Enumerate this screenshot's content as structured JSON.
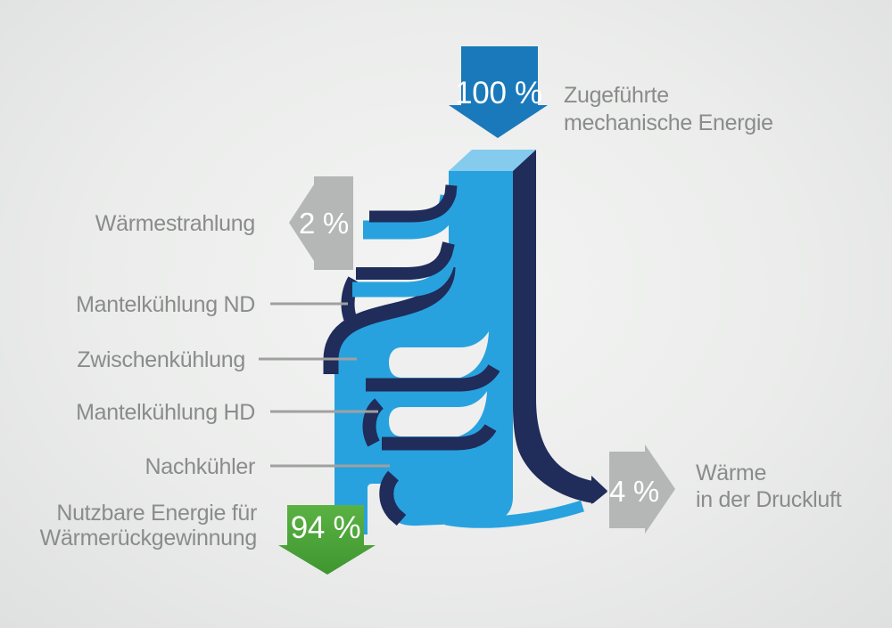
{
  "title": "Energy flow diagram of a compressor",
  "colors": {
    "background": "#ebeceb",
    "blue_arrow": "#1a79bb",
    "column_front": "#28a2de",
    "column_top": "#85cbee",
    "navy": "#202c5a",
    "gray_arrow": "#b5b6b6",
    "green_top": "#5ab243",
    "green_bottom": "#3f9630",
    "label_text": "#8a8b8c",
    "leader_line": "#a0a0a0",
    "percent_text": "#ffffff",
    "hole": "#eeefee"
  },
  "flows": {
    "input": {
      "value": "100 %",
      "label_line1": "Zugeführte",
      "label_line2": "mechanische Energie"
    },
    "heat_radiation": {
      "value": "2 %",
      "label": "Wärmestrahlung"
    },
    "branches": [
      {
        "label": "Mantelkühlung ND"
      },
      {
        "label": "Zwischenkühlung"
      },
      {
        "label": "Mantelkühlung HD"
      },
      {
        "label": "Nachkühler"
      }
    ],
    "recoverable": {
      "value": "94 %",
      "label_line1": "Nutzbare Energie für",
      "label_line2": "Wärmerückgewinnung"
    },
    "compressed_air": {
      "value": "4 %",
      "label_line1": "Wärme",
      "label_line2": "in der Druckluft"
    }
  }
}
